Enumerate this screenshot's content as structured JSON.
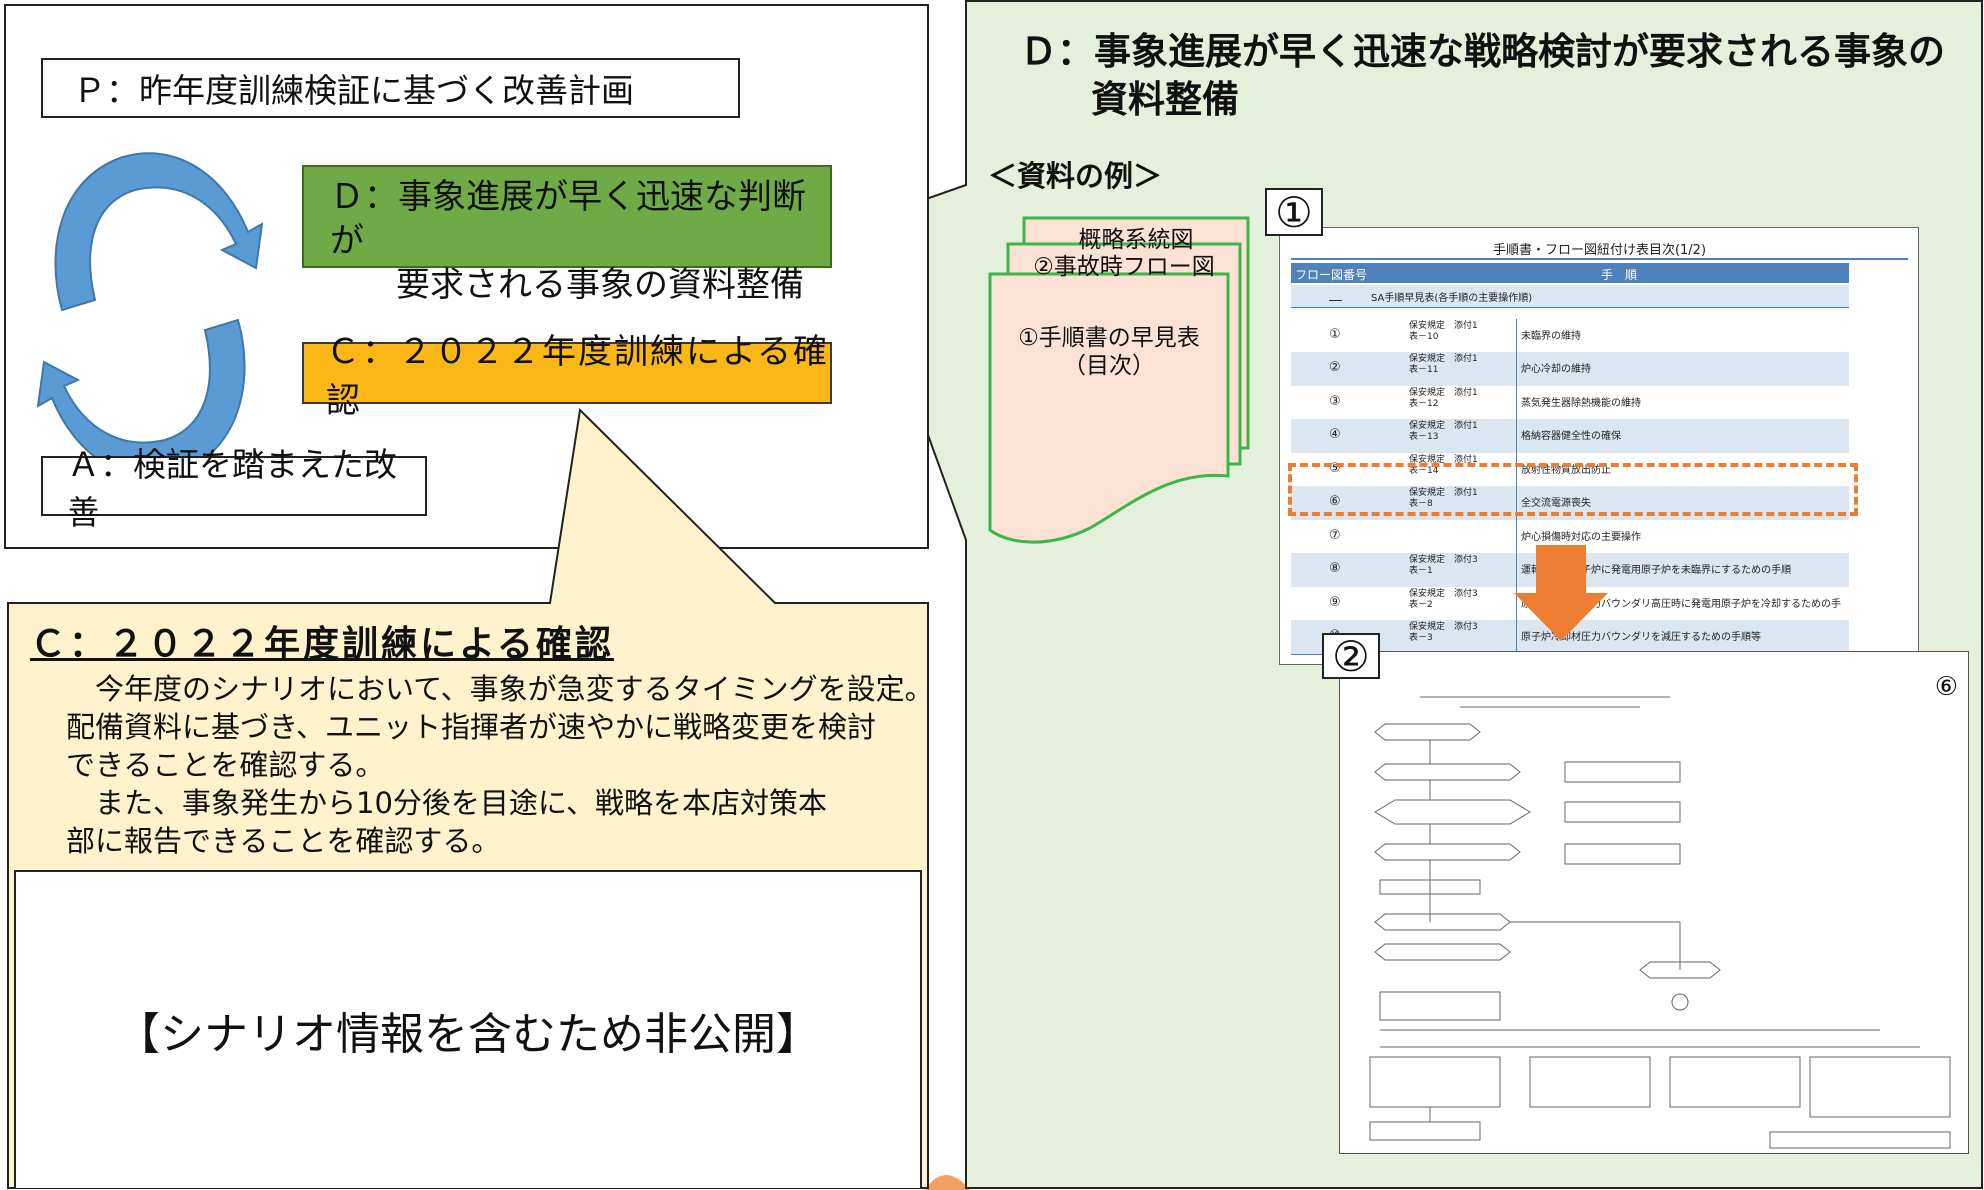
{
  "pdca": {
    "plan": "Ｐ：昨年度訓練検証に基づく改善計画",
    "do_line1": "Ｄ：事象進展が早く迅速な判断が",
    "do_line2": "要求される事象の資料整備",
    "check": "Ｃ：２０２２年度訓練による確認",
    "act": "Ａ：検証を踏まえた改善"
  },
  "callout_c": {
    "title": "Ｃ：２０２２年度訓練による確認",
    "lines": [
      "　今年度のシナリオにおいて、事象が急変するタイミングを設定。",
      "配備資料に基づき、ユニット指揮者が速やかに戦略変更を検討",
      "できることを確認する。",
      "　また、事象発生から10分後を目途に、戦略を本店対策本",
      "部に報告できることを確認する。"
    ],
    "hidden_notice": "【シナリオ情報を含むため非公開】"
  },
  "callout_d": {
    "title_line1": "Ｄ：事象進展が早く迅速な戦略検討が要求される事象の",
    "title_line2": "資料整備",
    "example_label": "＜資料の例＞",
    "docs": [
      "概略系統図",
      "②事故時フロー図",
      "①手順書の早見表",
      "（目次）"
    ]
  },
  "doc1": {
    "badge": "①",
    "title": "手順書・フロー図紐付け表目次(1/2)",
    "header_col1": "フロー図番号",
    "header_col2": "手　順",
    "rows": [
      {
        "no": "―",
        "ref": "",
        "desc": "SA手順早見表(各手順の主要操作順)"
      },
      {
        "no": "①",
        "ref": "保安規定　添付1\n表－10",
        "desc": "未臨界の維持"
      },
      {
        "no": "②",
        "ref": "保安規定　添付1\n表－11",
        "desc": "炉心冷却の維持"
      },
      {
        "no": "③",
        "ref": "保安規定　添付1\n表－12",
        "desc": "蒸気発生器除熱機能の維持"
      },
      {
        "no": "④",
        "ref": "保安規定　添付1\n表－13",
        "desc": "格納容器健全性の確保"
      },
      {
        "no": "⑤",
        "ref": "保安規定　添付1\n表－14",
        "desc": "放射性物質放出防止"
      },
      {
        "no": "⑥",
        "ref": "保安規定　添付1\n表－8",
        "desc": "全交流電源喪失"
      },
      {
        "no": "⑦",
        "ref": "",
        "desc": "炉心損傷時対応の主要操作"
      },
      {
        "no": "⑧",
        "ref": "保安規定　添付3\n表－1",
        "desc": "運転停止中原子炉に発電用原子炉を未臨界にするための手順"
      },
      {
        "no": "⑨",
        "ref": "保安規定　添付3\n表－2",
        "desc": "原子炉冷却材圧力バウンダリ高圧時に発電用原子炉を冷却するための手順等"
      },
      {
        "no": "⑩",
        "ref": "保安規定　添付3\n表－3",
        "desc": "原子炉冷却材圧力バウンダリを減圧するための手順等"
      }
    ]
  },
  "doc2": {
    "badge": "②",
    "corner": "⑥"
  },
  "colors": {
    "green_fill": "#e4f0dc",
    "do_green": "#6faa46",
    "check_orange": "#fbb716",
    "callout_yellow": "#fff2cc",
    "arrow_blue": "#5b9bd5",
    "doc_pink": "#fce2d5",
    "doc_green_border": "#3cb64a",
    "table_header": "#4f81bd",
    "dash_orange": "#ed7d31"
  }
}
